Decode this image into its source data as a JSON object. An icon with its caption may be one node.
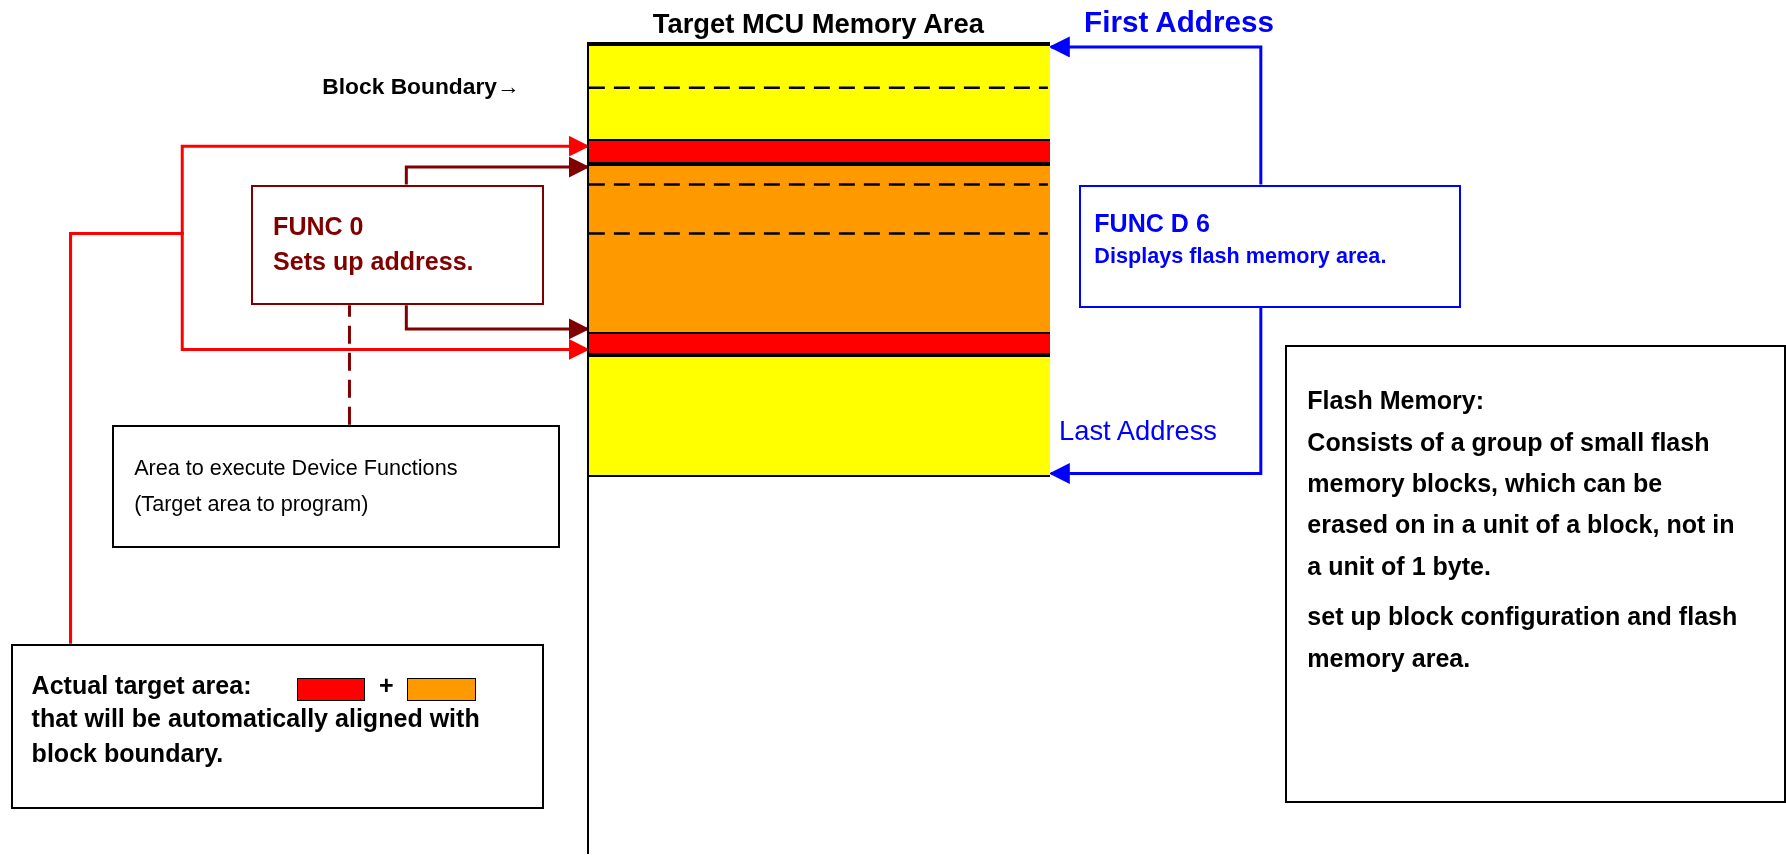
{
  "diagram": {
    "nodes": [
      {
        "text": [
          "Target MCU Memory Area"
        ]
      },
      {
        "text": [],
        "shape": "box",
        "in": 0
      },
      {
        "text": [],
        "shape": "bar",
        "in": 0
      },
      {
        "text": [],
        "shape": "box",
        "in": 0
      },
      {
        "text": [],
        "shape": "bar",
        "in": 0
      },
      {
        "text": [],
        "shape": "box",
        "in": 0
      },
      {
        "text": [],
        "shape": "box",
        "in": 0
      },
      {
        "text": [
          "FUNC 0",
          "Sets up address."
        ]
      },
      {
        "text": [
          "FUNC D 6",
          "Displays flash memory area."
        ]
      },
      {
        "text": [
          "Area to execute Device Functions (Target area to program)"
        ]
      },
      {
        "text": [
          "Flash Memory:",
          "Consists of a group of small flash memory blocks, which can be erased on in a unit of a block, not in a unit of 1 byte.",
          "set up block configuration and flash memory area."
        ]
      },
      {
        "text": [
          "Actual target area:",
          "+",
          "that will be automatically aligned with block boundary."
        ]
      },
      {
        "text": [],
        "shape": "bar",
        "in": 11
      },
      {
        "text": [],
        "shape": "bar",
        "in": 11
      }
    ],
    "edges": [
      {
        "from": 11,
        "to": 2,
        "arrow": "to",
        "color": "#ff0000"
      },
      {
        "from": 11,
        "to": 4,
        "arrow": "to",
        "color": "#ff0000"
      },
      {
        "from": 7,
        "to": 3,
        "arrow": "to",
        "color": "#800000"
      },
      {
        "from": 7,
        "to": 3,
        "arrow": "to",
        "color": "#800000"
      },
      {
        "from": 9,
        "to": 7,
        "arrow": "none",
        "style": "dashed",
        "color": "#800000"
      },
      {
        "from": 8,
        "to": 1,
        "arrow": "to",
        "color": "#0000ff",
        "label": "First Address"
      },
      {
        "from": 8,
        "to": 5,
        "arrow": "to",
        "color": "#0000ff",
        "label": "Last Address"
      }
    ],
    "labels": [
      "Block Boundary→"
    ]
  }
}
